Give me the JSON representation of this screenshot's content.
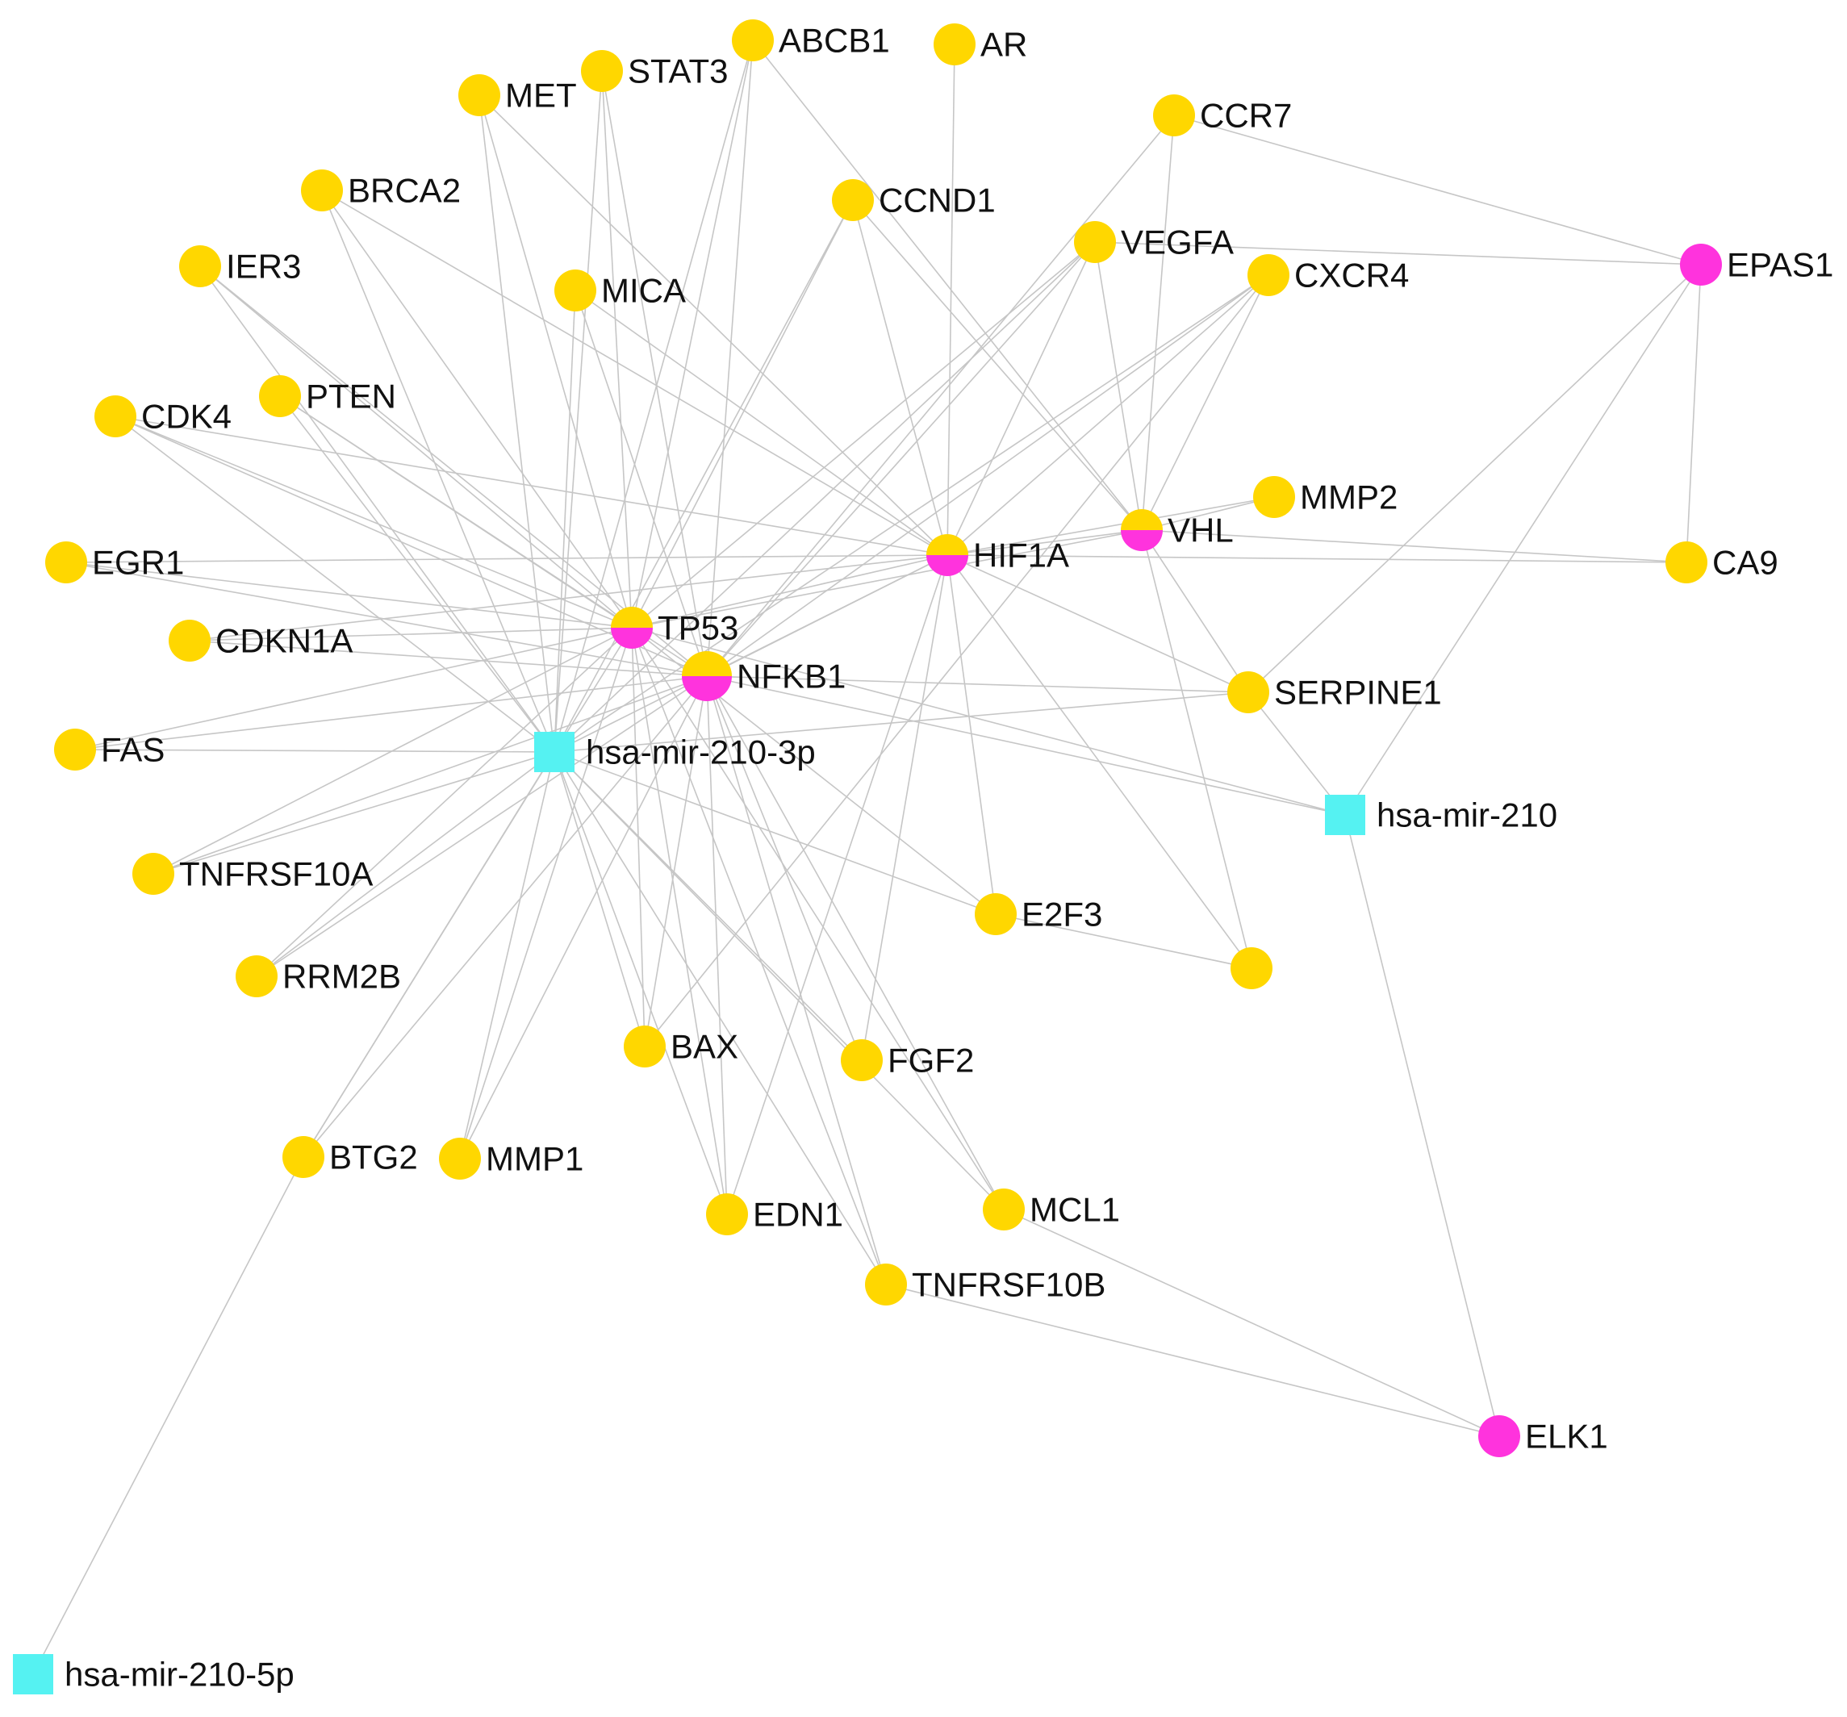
{
  "colors": {
    "gene": "#FFD700",
    "tf": "#FF33DD",
    "mirna": "#55F2F2",
    "edge": "#c6c6c6",
    "label": "#111111"
  },
  "nodes": [
    {
      "id": "STAT3",
      "label": "STAT3",
      "kind": "gene"
    },
    {
      "id": "ABCB1",
      "label": "ABCB1",
      "kind": "gene"
    },
    {
      "id": "AR",
      "label": "AR",
      "kind": "gene"
    },
    {
      "id": "MET",
      "label": "MET",
      "kind": "gene"
    },
    {
      "id": "CCR7",
      "label": "CCR7",
      "kind": "gene"
    },
    {
      "id": "BRCA2",
      "label": "BRCA2",
      "kind": "gene"
    },
    {
      "id": "CCND1",
      "label": "CCND1",
      "kind": "gene"
    },
    {
      "id": "VEGFA",
      "label": "VEGFA",
      "kind": "gene"
    },
    {
      "id": "CXCR4",
      "label": "CXCR4",
      "kind": "gene"
    },
    {
      "id": "EPAS1",
      "label": "EPAS1",
      "kind": "tf"
    },
    {
      "id": "IER3",
      "label": "IER3",
      "kind": "gene"
    },
    {
      "id": "MICA",
      "label": "MICA",
      "kind": "gene"
    },
    {
      "id": "PTEN",
      "label": "PTEN",
      "kind": "gene"
    },
    {
      "id": "CDK4",
      "label": "CDK4",
      "kind": "gene"
    },
    {
      "id": "MMP2",
      "label": "MMP2",
      "kind": "gene"
    },
    {
      "id": "VHL",
      "label": "VHL",
      "kind": "split"
    },
    {
      "id": "HIF1A",
      "label": "HIF1A",
      "kind": "split"
    },
    {
      "id": "CA9",
      "label": "CA9",
      "kind": "gene"
    },
    {
      "id": "EGR1",
      "label": "EGR1",
      "kind": "gene"
    },
    {
      "id": "TP53",
      "label": "TP53",
      "kind": "split"
    },
    {
      "id": "CDKN1A",
      "label": "CDKN1A",
      "kind": "gene"
    },
    {
      "id": "NFKB1",
      "label": "NFKB1",
      "kind": "split"
    },
    {
      "id": "SERPINE1",
      "label": "SERPINE1",
      "kind": "gene"
    },
    {
      "id": "FAS",
      "label": "FAS",
      "kind": "gene"
    },
    {
      "id": "mir3p",
      "label": "hsa-mir-210-3p",
      "kind": "mirna"
    },
    {
      "id": "mir210",
      "label": "hsa-mir-210",
      "kind": "mirna"
    },
    {
      "id": "TNFRSF10A",
      "label": "TNFRSF10A",
      "kind": "gene"
    },
    {
      "id": "E2F3",
      "label": "E2F3",
      "kind": "gene"
    },
    {
      "id": "RRM2B",
      "label": "RRM2B",
      "kind": "gene"
    },
    {
      "id": "unlabeled",
      "label": "",
      "kind": "gene"
    },
    {
      "id": "BAX",
      "label": "BAX",
      "kind": "gene"
    },
    {
      "id": "FGF2",
      "label": "FGF2",
      "kind": "gene"
    },
    {
      "id": "BTG2",
      "label": "BTG2",
      "kind": "gene"
    },
    {
      "id": "MMP1",
      "label": "MMP1",
      "kind": "gene"
    },
    {
      "id": "EDN1",
      "label": "EDN1",
      "kind": "gene"
    },
    {
      "id": "MCL1",
      "label": "MCL1",
      "kind": "gene"
    },
    {
      "id": "TNFRSF10B",
      "label": "TNFRSF10B",
      "kind": "gene"
    },
    {
      "id": "ELK1",
      "label": "ELK1",
      "kind": "tf"
    },
    {
      "id": "mir5p",
      "label": "hsa-mir-210-5p",
      "kind": "mirna"
    }
  ],
  "edges": [
    [
      "TP53",
      "MET"
    ],
    [
      "TP53",
      "STAT3"
    ],
    [
      "TP53",
      "ABCB1"
    ],
    [
      "TP53",
      "BRCA2"
    ],
    [
      "TP53",
      "IER3"
    ],
    [
      "TP53",
      "PTEN"
    ],
    [
      "TP53",
      "CDK4"
    ],
    [
      "TP53",
      "EGR1"
    ],
    [
      "TP53",
      "CDKN1A"
    ],
    [
      "TP53",
      "FAS"
    ],
    [
      "TP53",
      "TNFRSF10A"
    ],
    [
      "TP53",
      "RRM2B"
    ],
    [
      "TP53",
      "BAX"
    ],
    [
      "TP53",
      "BTG2"
    ],
    [
      "TP53",
      "MMP1"
    ],
    [
      "TP53",
      "EDN1"
    ],
    [
      "TP53",
      "TNFRSF10B"
    ],
    [
      "TP53",
      "MCL1"
    ],
    [
      "TP53",
      "CCND1"
    ],
    [
      "TP53",
      "VEGFA"
    ],
    [
      "TP53",
      "HIF1A"
    ],
    [
      "TP53",
      "VHL"
    ],
    [
      "TP53",
      "E2F3"
    ],
    [
      "NFKB1",
      "STAT3"
    ],
    [
      "NFKB1",
      "ABCB1"
    ],
    [
      "NFKB1",
      "MICA"
    ],
    [
      "NFKB1",
      "PTEN"
    ],
    [
      "NFKB1",
      "CDK4"
    ],
    [
      "NFKB1",
      "IER3"
    ],
    [
      "NFKB1",
      "CDKN1A"
    ],
    [
      "NFKB1",
      "VEGFA"
    ],
    [
      "NFKB1",
      "CXCR4"
    ],
    [
      "NFKB1",
      "CCR7"
    ],
    [
      "NFKB1",
      "SERPINE1"
    ],
    [
      "NFKB1",
      "mir210"
    ],
    [
      "NFKB1",
      "FAS"
    ],
    [
      "NFKB1",
      "TNFRSF10A"
    ],
    [
      "NFKB1",
      "RRM2B"
    ],
    [
      "NFKB1",
      "BAX"
    ],
    [
      "NFKB1",
      "FGF2"
    ],
    [
      "NFKB1",
      "MCL1"
    ],
    [
      "NFKB1",
      "EDN1"
    ],
    [
      "NFKB1",
      "TNFRSF10B"
    ],
    [
      "NFKB1",
      "MMP1"
    ],
    [
      "NFKB1",
      "BTG2"
    ],
    [
      "NFKB1",
      "HIF1A"
    ],
    [
      "NFKB1",
      "EGR1"
    ],
    [
      "HIF1A",
      "AR"
    ],
    [
      "HIF1A",
      "MET"
    ],
    [
      "HIF1A",
      "BRCA2"
    ],
    [
      "HIF1A",
      "MICA"
    ],
    [
      "HIF1A",
      "CCND1"
    ],
    [
      "HIF1A",
      "VEGFA"
    ],
    [
      "HIF1A",
      "CXCR4"
    ],
    [
      "HIF1A",
      "MMP2"
    ],
    [
      "HIF1A",
      "VHL"
    ],
    [
      "HIF1A",
      "CA9"
    ],
    [
      "HIF1A",
      "SERPINE1"
    ],
    [
      "HIF1A",
      "E2F3"
    ],
    [
      "HIF1A",
      "unlabeled"
    ],
    [
      "HIF1A",
      "FGF2"
    ],
    [
      "HIF1A",
      "EDN1"
    ],
    [
      "HIF1A",
      "mir3p"
    ],
    [
      "HIF1A",
      "EGR1"
    ],
    [
      "HIF1A",
      "CDKN1A"
    ],
    [
      "HIF1A",
      "CDK4"
    ],
    [
      "VHL",
      "ABCB1"
    ],
    [
      "VHL",
      "CCR7"
    ],
    [
      "VHL",
      "VEGFA"
    ],
    [
      "VHL",
      "MMP2"
    ],
    [
      "VHL",
      "SERPINE1"
    ],
    [
      "VHL",
      "unlabeled"
    ],
    [
      "VHL",
      "CA9"
    ],
    [
      "VHL",
      "CCND1"
    ],
    [
      "mir3p",
      "MET"
    ],
    [
      "mir3p",
      "STAT3"
    ],
    [
      "mir3p",
      "ABCB1"
    ],
    [
      "mir3p",
      "BRCA2"
    ],
    [
      "mir3p",
      "MICA"
    ],
    [
      "mir3p",
      "PTEN"
    ],
    [
      "mir3p",
      "IER3"
    ],
    [
      "mir3p",
      "CDK4"
    ],
    [
      "mir3p",
      "CCND1"
    ],
    [
      "mir3p",
      "FAS"
    ],
    [
      "mir3p",
      "SERPINE1"
    ],
    [
      "mir3p",
      "E2F3"
    ],
    [
      "mir3p",
      "MMP1"
    ],
    [
      "mir3p",
      "BAX"
    ],
    [
      "mir3p",
      "EDN1"
    ],
    [
      "mir3p",
      "FGF2"
    ],
    [
      "mir3p",
      "MCL1"
    ],
    [
      "mir3p",
      "TNFRSF10B"
    ],
    [
      "mir3p",
      "BTG2"
    ],
    [
      "mir3p",
      "RRM2B"
    ],
    [
      "mir3p",
      "TNFRSF10A"
    ],
    [
      "mir3p",
      "CXCR4"
    ],
    [
      "mir3p",
      "VEGFA"
    ],
    [
      "EPAS1",
      "CCR7"
    ],
    [
      "EPAS1",
      "VEGFA"
    ],
    [
      "EPAS1",
      "CA9"
    ],
    [
      "EPAS1",
      "SERPINE1"
    ],
    [
      "EPAS1",
      "mir210"
    ],
    [
      "CXCR4",
      "VHL"
    ],
    [
      "CXCR4",
      "BAX"
    ],
    [
      "mir210",
      "ELK1"
    ],
    [
      "mir210",
      "SERPINE1"
    ],
    [
      "mir210",
      "TP53"
    ],
    [
      "ELK1",
      "MCL1"
    ],
    [
      "ELK1",
      "TNFRSF10B"
    ],
    [
      "E2F3",
      "unlabeled"
    ],
    [
      "BTG2",
      "mir5p"
    ]
  ]
}
